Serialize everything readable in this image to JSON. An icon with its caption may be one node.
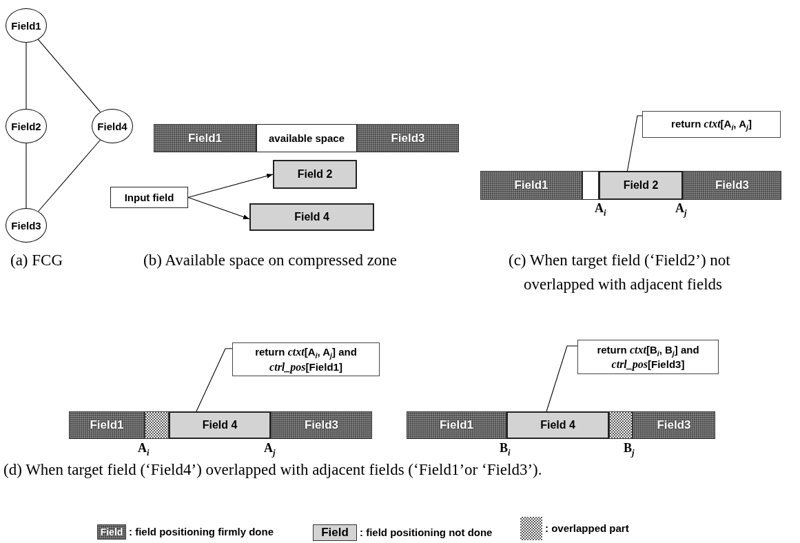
{
  "diagram": {
    "nodes": [
      {
        "text": [
          "Field1"
        ]
      },
      {
        "text": [
          "Field2"
        ]
      },
      {
        "text": [
          "Field4"
        ]
      },
      {
        "text": [
          "Field3"
        ]
      },
      {
        "text": [
          "Field1"
        ]
      },
      {
        "text": [
          "available space"
        ]
      },
      {
        "text": [
          "Field3"
        ]
      },
      {
        "text": [
          "Field 2"
        ]
      },
      {
        "text": [
          "Input field"
        ]
      },
      {
        "text": [
          "Field 4"
        ]
      },
      {
        "text": [
          "return *ctxt*[A$_{i}$, A$_{j}$]"
        ]
      },
      {
        "text": [
          "Field1"
        ]
      },
      {
        "text": [
          "Field 2"
        ]
      },
      {
        "text": [
          "Field3"
        ]
      },
      {
        "text": [
          "return *ctxt*[A$_{i}$, A$_{j}$] and *ctrl_pos*[Field1]"
        ]
      },
      {
        "text": [
          "Field1"
        ]
      },
      {
        "text": [
          "Field 4"
        ]
      },
      {
        "text": [
          "Field3"
        ]
      },
      {
        "text": [
          "return *ctxt*[B$_{i}$, B$_{j}$] and *ctrl_pos*[Field3]"
        ]
      },
      {
        "text": [
          "Field1"
        ]
      },
      {
        "text": [
          "Field 4"
        ]
      },
      {
        "text": [
          "Field3"
        ]
      }
    ],
    "edges": [
      {
        "from": 0,
        "to": 1,
        "arrow": "none"
      },
      {
        "from": 0,
        "to": 2,
        "arrow": "none"
      },
      {
        "from": 1,
        "to": 3,
        "arrow": "none"
      },
      {
        "from": 2,
        "to": 3,
        "arrow": "none"
      },
      {
        "from": 8,
        "to": 7,
        "arrow": "to"
      },
      {
        "from": 8,
        "to": 9,
        "arrow": "to"
      },
      {
        "from": 10,
        "to": 12,
        "arrow": "none"
      },
      {
        "from": 14,
        "to": 16,
        "arrow": "none"
      },
      {
        "from": 18,
        "to": 20,
        "arrow": "none"
      }
    ],
    "labels": [
      "A$_{i}$",
      "A$_{j}$",
      "(a) FCG",
      "(b) Available space on compressed zone",
      "(c) When target field (‘Field2’) not overlapped with adjacent fields",
      "A$_{i}$",
      "A$_{j}$",
      "B$_{i}$",
      "B$_{j}$",
      "(d) When target field (‘Field4’) overlapped with adjacent fields (‘Field1’or ‘Field3’).",
      "Field",
      "Field"
    ],
    "legend": [
      {
        "text": ": field positioning firmly done",
        "color": "#4a4a4a"
      },
      {
        "text": ": field positioning not done",
        "color": "#d3d3d3"
      },
      {
        "text": ": overlapped part"
      }
    ]
  }
}
